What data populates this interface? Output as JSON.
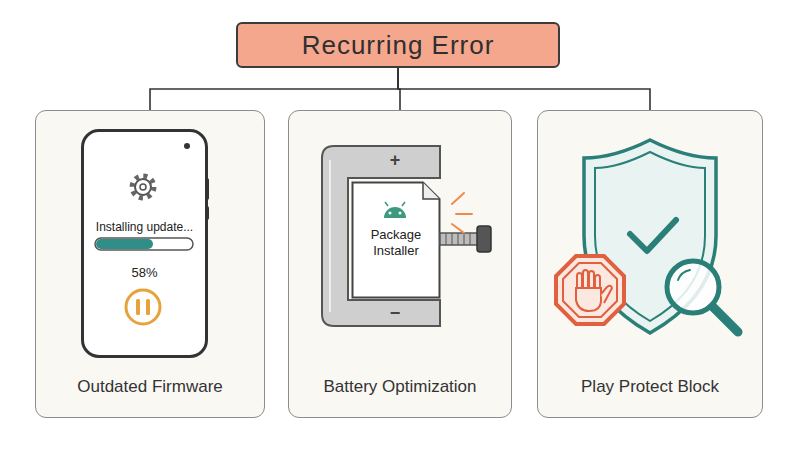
{
  "diagram": {
    "nodes": [
      {
        "text": [
          "Recurring Error"
        ]
      },
      {
        "text": [
          "Outdated Firmware"
        ]
      },
      {
        "text": [
          "Installing update...",
          "58%"
        ],
        "in": 1
      },
      {
        "text": [
          "Battery Optimization"
        ]
      },
      {
        "text": [
          "Package Installer"
        ],
        "in": 3
      },
      {
        "text": [
          "Play Protect Block"
        ]
      }
    ],
    "edges": [
      {
        "from": 0,
        "to": 1,
        "arrow": "none"
      },
      {
        "from": 0,
        "to": 3,
        "arrow": "none"
      },
      {
        "from": 0,
        "to": 5,
        "arrow": "none"
      }
    ],
    "labels": [
      "+",
      "−"
    ]
  }
}
